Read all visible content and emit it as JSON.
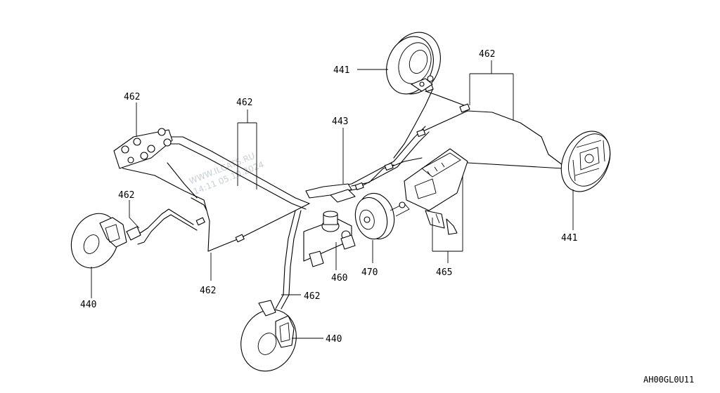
{
  "callouts": [
    {
      "id": "c462_top_left",
      "text": "462"
    },
    {
      "id": "c462_top_mid",
      "text": "462"
    },
    {
      "id": "c462_top_right",
      "text": "462"
    },
    {
      "id": "c462_left",
      "text": "462"
    },
    {
      "id": "c462_bottom_left",
      "text": "462"
    },
    {
      "id": "c462_bottom_mid",
      "text": "462"
    },
    {
      "id": "c443",
      "text": "443"
    },
    {
      "id": "c441_top",
      "text": "441"
    },
    {
      "id": "c441_right",
      "text": "441"
    },
    {
      "id": "c440_left",
      "text": "440"
    },
    {
      "id": "c440_bottom",
      "text": "440"
    },
    {
      "id": "c460",
      "text": "460"
    },
    {
      "id": "c470",
      "text": "470"
    },
    {
      "id": "c465",
      "text": "465"
    }
  ],
  "diagram_code": "AH00GL0U11",
  "watermark": {
    "line1": "WWW.ILCATS.RU",
    "line2": "14:11 05.10.2024"
  }
}
